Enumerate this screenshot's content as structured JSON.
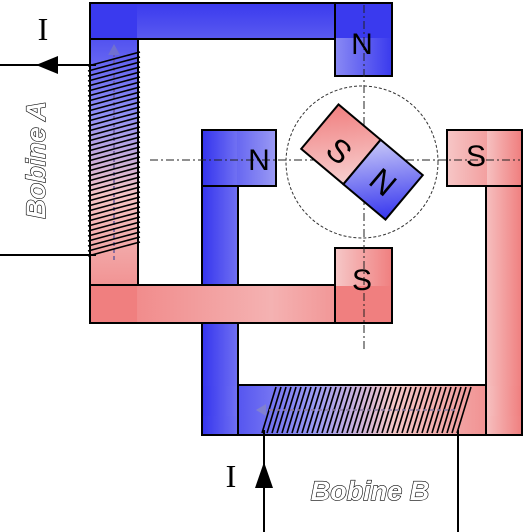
{
  "labels": {
    "current_a": "I",
    "current_b": "I",
    "coil_a": "Bobine A",
    "coil_b": "Bobine B"
  },
  "stator_a": {
    "top_pole": "N",
    "bottom_pole": "S"
  },
  "stator_b": {
    "left_pole": "N",
    "right_pole": "S"
  },
  "rotor": {
    "south": "S",
    "north": "N"
  },
  "colors": {
    "north": "#3b3bf0",
    "south": "#f08a8a",
    "outline": "#000000"
  }
}
